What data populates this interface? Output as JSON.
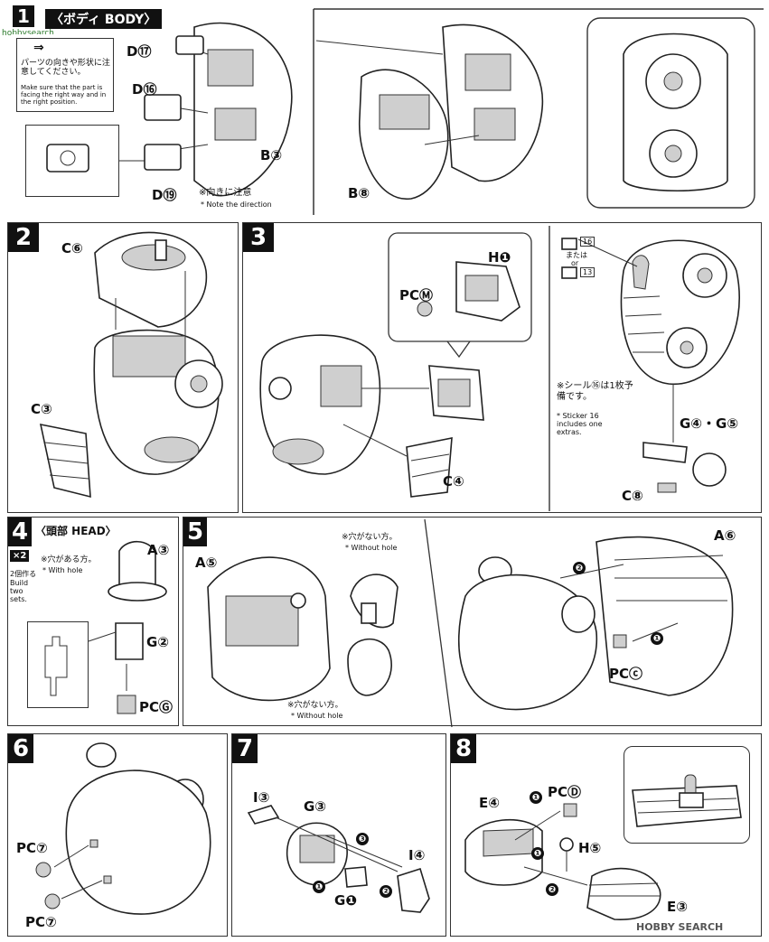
{
  "header": {
    "step": "1",
    "title": "〈ボディ BODY〉",
    "site": "hobbysearch"
  },
  "step1": {
    "note_jp": "パーツの向きや形状に注意してください。",
    "note_en": "Make sure that the part is facing the right way and in the right position.",
    "parts": [
      "D⑰",
      "D⑯",
      "D⑲",
      "B③",
      "B⑧"
    ],
    "direction_jp": "※向きに注意",
    "direction_en": "* Note the direction"
  },
  "step2": {
    "num": "2",
    "parts": [
      "C⑥",
      "C③"
    ]
  },
  "step3": {
    "num": "3",
    "parts": [
      "H❶",
      "PCⓂ",
      "C④",
      "G④・G⑤",
      "C⑧"
    ],
    "sticker_or_jp": "または",
    "sticker_or_en": "or",
    "sticker_a": "16",
    "sticker_b": "13",
    "sticker_note_jp": "※シール⑯は1枚予備です。",
    "sticker_note_en": "* Sticker 16 includes one extras."
  },
  "step4": {
    "num": "4",
    "title": "〈頭部 HEAD〉",
    "x2": "×2",
    "build_jp": "2個作る",
    "build_en": "Build two sets.",
    "hole_jp": "※穴がある方。",
    "hole_en": "* With hole",
    "parts": [
      "A③",
      "G②",
      "PCⒼ"
    ]
  },
  "step5": {
    "num": "5",
    "parts": [
      "A⑤",
      "A⑥",
      "PCⓒ"
    ],
    "nohole_jp": "※穴がない方。",
    "nohole_en": "* Without hole",
    "steps": [
      "❶",
      "❷"
    ]
  },
  "step6": {
    "num": "6",
    "parts": [
      "PC⑦",
      "PC⑦"
    ]
  },
  "step7": {
    "num": "7",
    "parts": [
      "I③",
      "G③",
      "I④",
      "G❶"
    ],
    "steps": [
      "❶",
      "❷",
      "❸"
    ]
  },
  "step8": {
    "num": "8",
    "parts": [
      "E④",
      "PCⒹ",
      "H⑤",
      "E③"
    ],
    "steps": [
      "❶",
      "❶",
      "❷"
    ]
  },
  "watermark": "HOBBY SEARCH"
}
